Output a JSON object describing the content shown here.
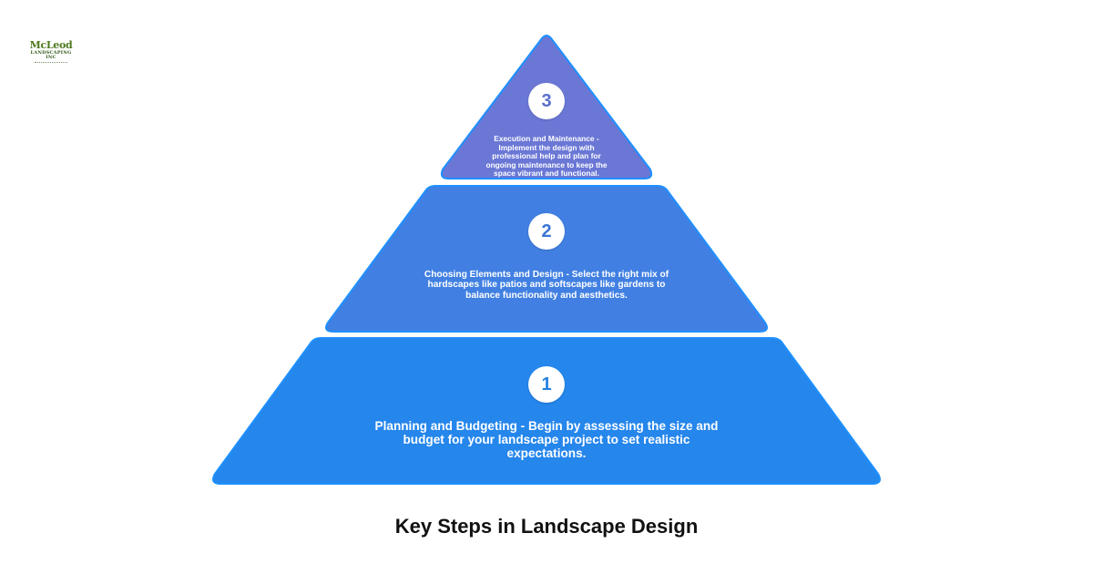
{
  "logo": {
    "name": "McLeod",
    "subtitle": "LANDSCAPING INC"
  },
  "diagram": {
    "title": "Key Steps in Landscape Design",
    "colors": {
      "tier_1": "#2586ec",
      "tier_2": "#4180e2",
      "tier_3": "#6a77d5",
      "outline": "#1e90ff"
    },
    "tiers": [
      {
        "number": "1",
        "text": "Planning and Budgeting - Begin by assessing the size and budget for your landscape project to set realistic expectations."
      },
      {
        "number": "2",
        "text": "Choosing Elements and Design - Select the right mix of hardscapes like patios and softscapes like gardens to balance functionality and aesthetics."
      },
      {
        "number": "3",
        "text": "Execution and Maintenance - Implement the design with professional help and plan for ongoing maintenance to keep the space vibrant and functional."
      }
    ]
  }
}
